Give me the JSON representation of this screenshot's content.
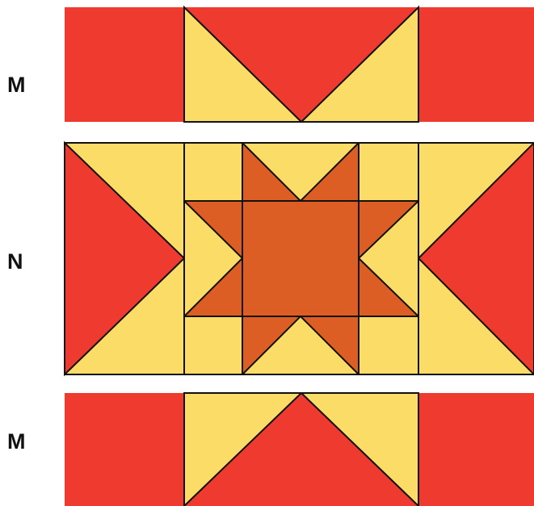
{
  "labels": {
    "top_row": "M",
    "middle_row": "N",
    "bottom_row": "M"
  },
  "colors": {
    "red": "#ef3a2f",
    "yellow": "#fbdc67",
    "orange": "#dc5e25",
    "outline": "#111111"
  }
}
